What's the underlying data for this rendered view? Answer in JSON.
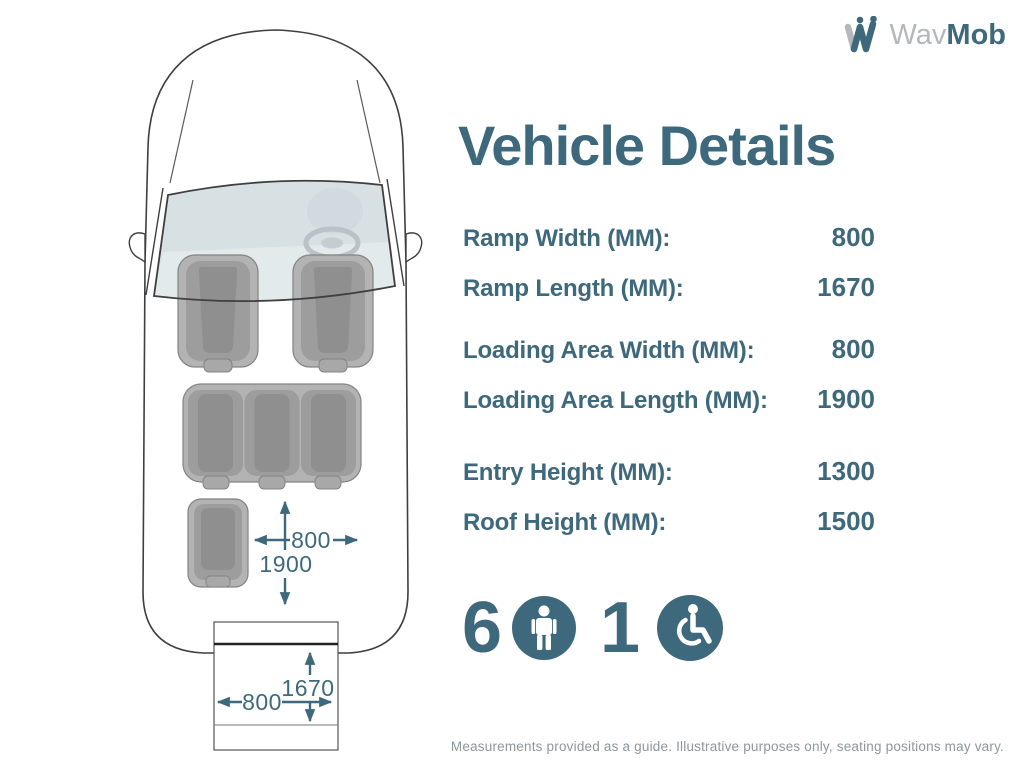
{
  "brand": {
    "name_light": "Wav",
    "name_bold": "Mob"
  },
  "title": "Vehicle Details",
  "specs": [
    {
      "label": "Ramp Width (MM):",
      "value": "800"
    },
    {
      "label": "Ramp Length (MM):",
      "value": "1670"
    },
    {
      "label": "Loading Area Width (MM):",
      "value": "800"
    },
    {
      "label": "Loading Area Length (MM):",
      "value": "1900"
    },
    {
      "label": "Entry Height (MM):",
      "value": "1300"
    },
    {
      "label": "Roof Height (MM):",
      "value": "1500"
    }
  ],
  "capacity": {
    "seat_count": "6",
    "wheelchair_count": "1"
  },
  "diagram": {
    "loading_width": "800",
    "loading_length": "1900",
    "ramp_length": "1670",
    "ramp_width": "800"
  },
  "footer": "Measurements provided as a guide. Illustrative purposes only, seating positions may vary.",
  "colors": {
    "teal": "#3e697c",
    "logo_gray": "#b4b8bb"
  }
}
